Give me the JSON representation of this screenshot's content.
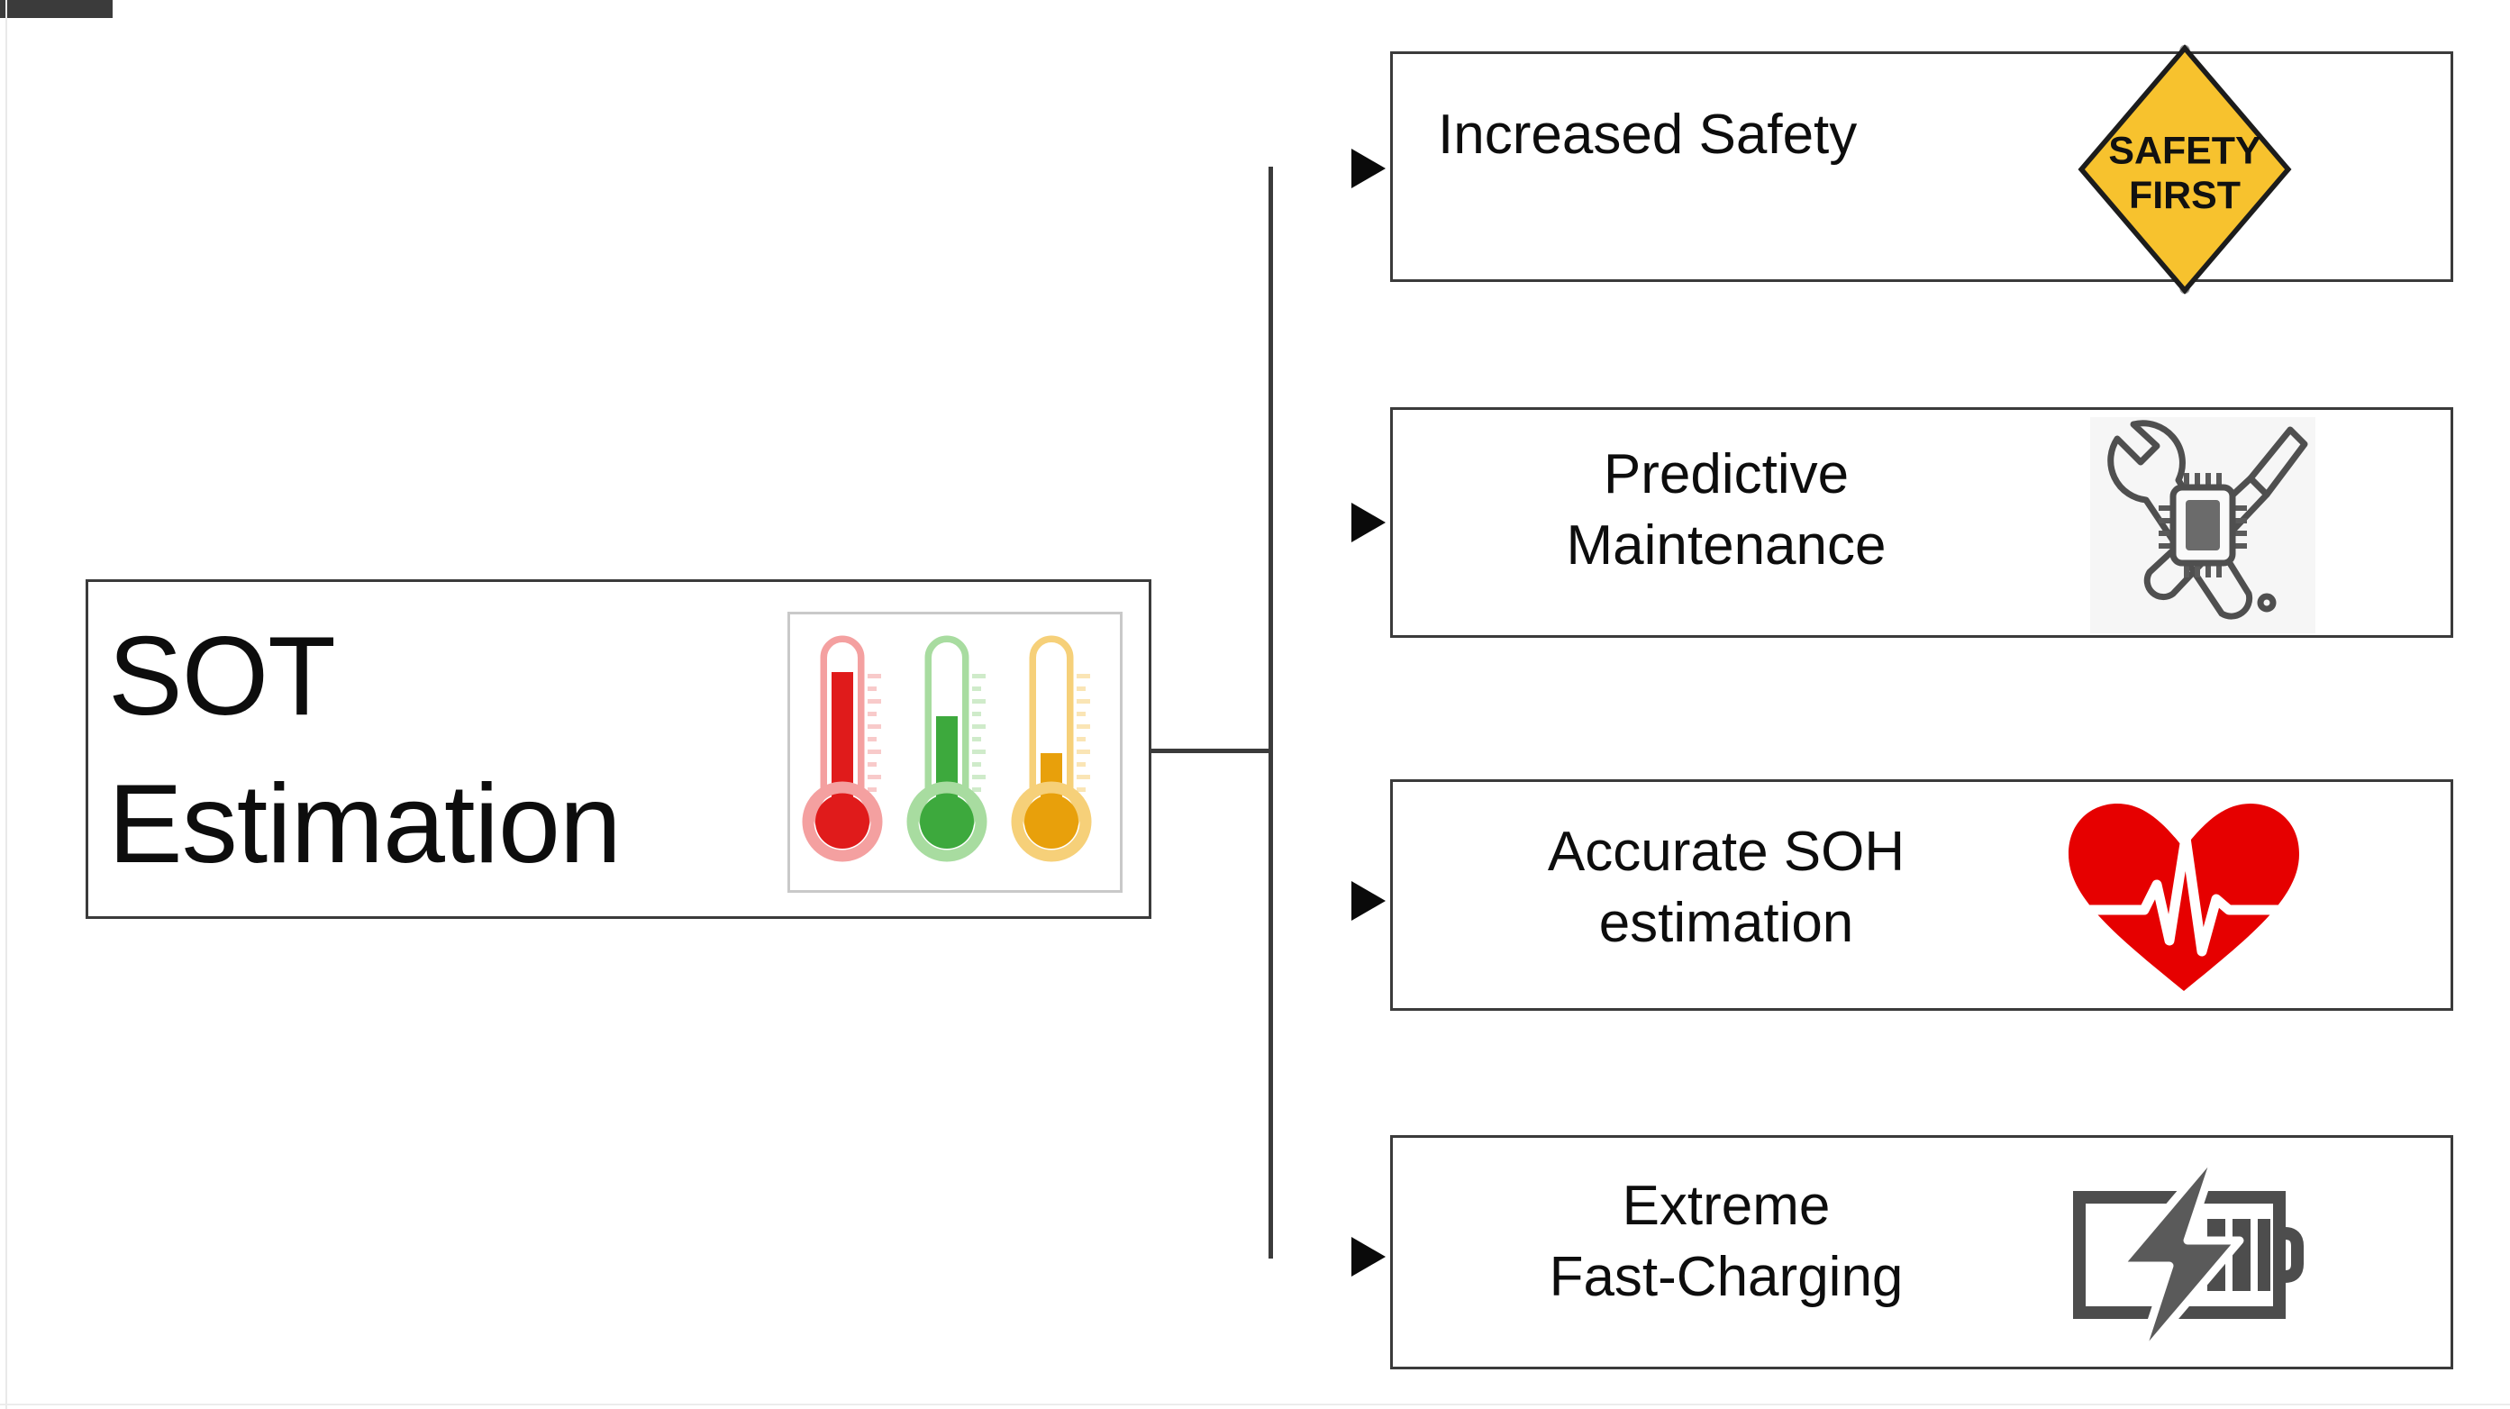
{
  "diagram": {
    "title": "SOT Estimation benefits diagram",
    "source": {
      "label_line1": "SOT",
      "label_line2": "Estimation",
      "icon_name": "three-thermometers-icon",
      "thermometers": [
        {
          "color_name": "red",
          "color": "#e01b1b",
          "fill_percent": 88
        },
        {
          "color_name": "green",
          "color": "#3da93d",
          "fill_percent": 66
        },
        {
          "color_name": "orange",
          "color": "#e8a00b",
          "fill_percent": 47
        }
      ]
    },
    "benefits": [
      {
        "label": "Increased Safety",
        "icon_name": "safety-first-diamond-sign-icon",
        "icon_text_line1": "SAFETY",
        "icon_text_line2": "FIRST",
        "accent": "#f7c22e"
      },
      {
        "label": "Predictive\nMaintenance",
        "icon_name": "wrench-screwdriver-chip-icon",
        "accent": "#5a5a5a"
      },
      {
        "label": "Accurate SOH\nestimation",
        "icon_name": "heart-ecg-pulse-icon",
        "accent": "#e60000"
      },
      {
        "label": "Extreme\nFast-Charging",
        "icon_name": "battery-lightning-bolt-icon",
        "accent": "#4d4d4d"
      }
    ],
    "connectors": {
      "count": 4,
      "style": "orthogonal-elbow-with-filled-arrowhead",
      "color": "#3b3b3b"
    }
  }
}
